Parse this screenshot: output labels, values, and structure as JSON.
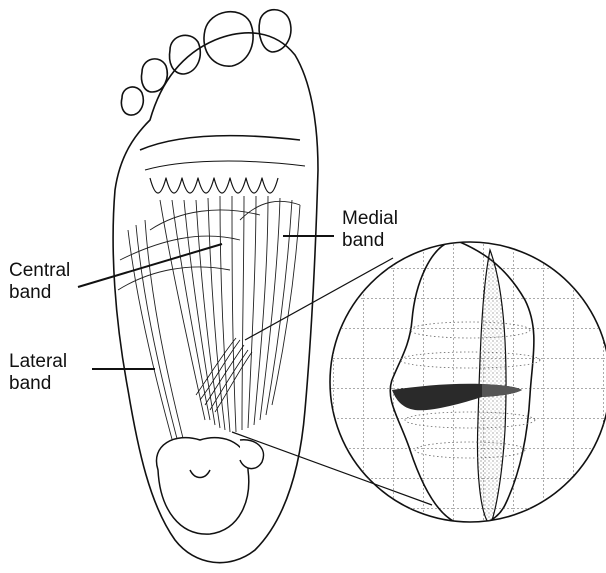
{
  "labels": {
    "medial": "Medial\nband",
    "central": "Central\nband",
    "lateral": "Lateral\nband"
  },
  "colors": {
    "ink": "#111111",
    "grid": "#555555",
    "lesion": "#2a2a2a",
    "background": "#ffffff"
  }
}
